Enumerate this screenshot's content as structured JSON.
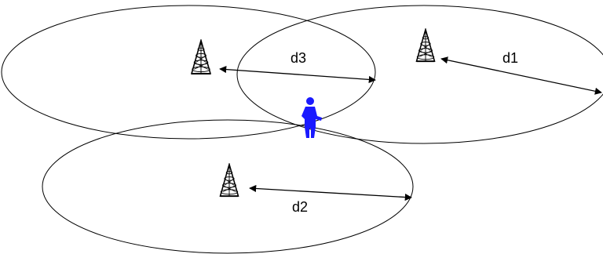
{
  "labels": {
    "d1": "d1",
    "d2": "d2",
    "d3": "d3"
  },
  "colors": {
    "line": "#000000",
    "person": "#1a1aff",
    "background": "#ffffff"
  },
  "icons": {
    "tower": "cell-tower-icon",
    "person": "person-icon"
  }
}
